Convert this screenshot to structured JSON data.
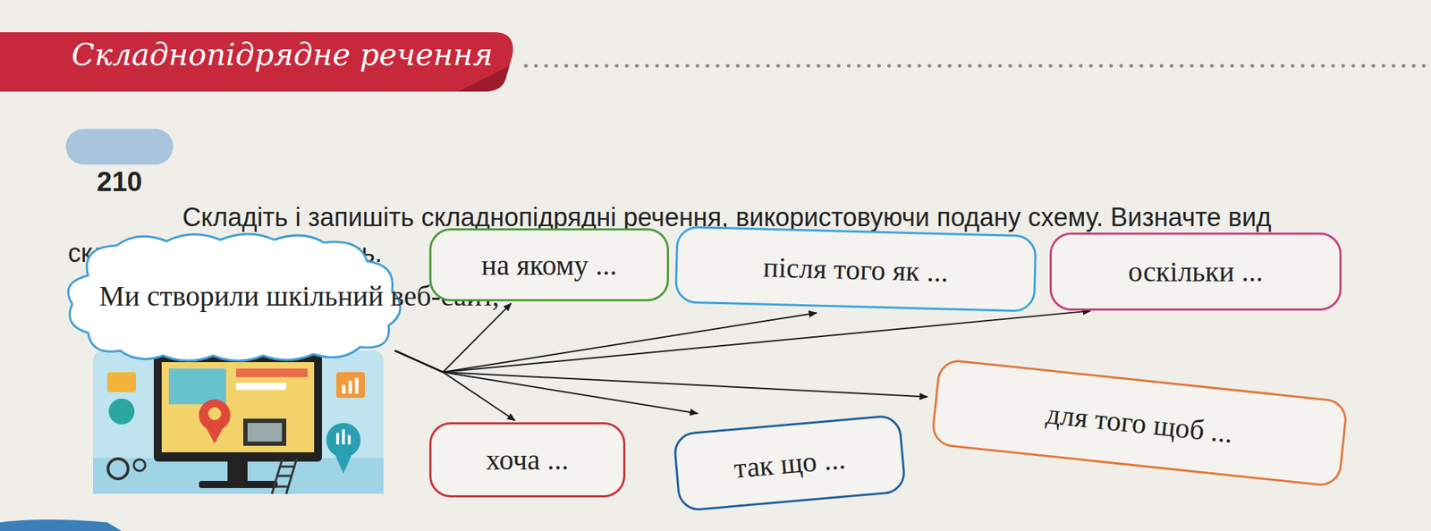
{
  "diagram": {
    "title": "Складнопідрядне речення",
    "nodes": [
      {
        "text": [
          "Ми створили шкільний веб-сайт,"
        ]
      },
      {
        "text": [
          "на якому ..."
        ]
      },
      {
        "text": [
          "після того як ..."
        ]
      },
      {
        "text": [
          "оскільки ..."
        ]
      },
      {
        "text": [
          "для того щоб ..."
        ]
      },
      {
        "text": [
          "хоча ..."
        ]
      },
      {
        "text": [
          "так що ..."
        ]
      }
    ],
    "edges": [
      {
        "from": 0,
        "to": 1,
        "arrow": "to"
      },
      {
        "from": 0,
        "to": 2,
        "arrow": "to"
      },
      {
        "from": 0,
        "to": 3,
        "arrow": "to"
      },
      {
        "from": 0,
        "to": 4,
        "arrow": "to"
      },
      {
        "from": 0,
        "to": 5,
        "arrow": "to"
      },
      {
        "from": 0,
        "to": 6,
        "arrow": "to"
      }
    ],
    "labels": [
      "210",
      "Складіть і запишіть складнопідрядні речення, використовуючи подану схему. Визначте вид складнопідрядних речень."
    ]
  }
}
